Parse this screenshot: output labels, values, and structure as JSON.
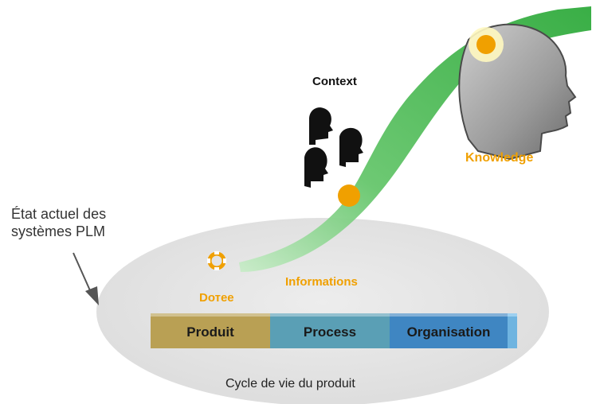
{
  "labels": {
    "context": "Context",
    "knowledge": "Knowledge",
    "informations": "Informations",
    "donnees": "Dотее",
    "cycle": "Cycle de vie du produit",
    "current_state": [
      "État actuel des",
      "systèmes PLM"
    ]
  },
  "layers": [
    {
      "label": "Produit",
      "color": "#b9a054"
    },
    {
      "label": "Process",
      "color": "#5a9fb5"
    },
    {
      "label": "Organisation",
      "color": "#3f86c2"
    }
  ],
  "colors": {
    "accent_orange": "#f0a000",
    "ribbon_green": "#3fb54a",
    "ellipse_gray": "#e4e4e4",
    "head_gray": "#9a9a9a"
  },
  "icons": [
    "gear-icon",
    "people-silhouettes-icon",
    "human-head-icon",
    "arrow-icon"
  ]
}
